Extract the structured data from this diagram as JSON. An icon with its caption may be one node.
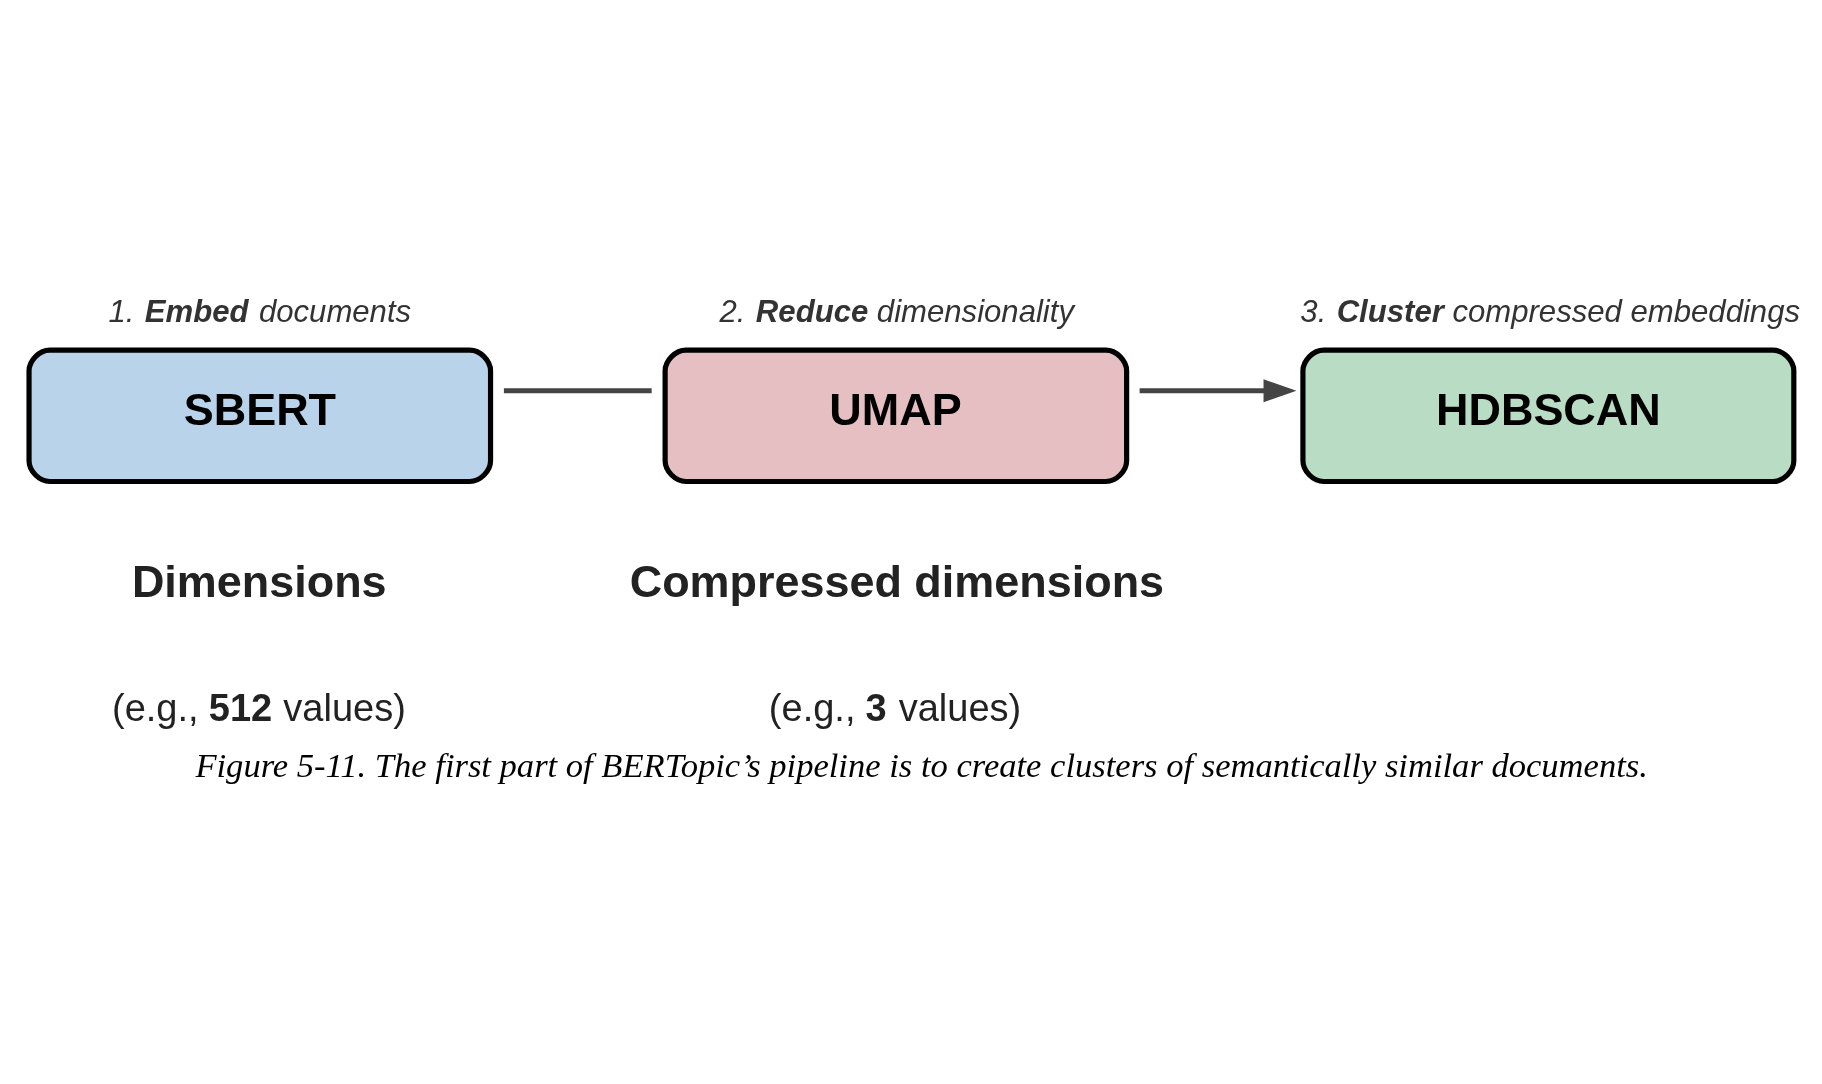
{
  "diagram": {
    "caption": "Figure 5-11. The first part of BERTopic’s pipeline is to create clusters of semantically similar documents.",
    "nodes": [
      {
        "text": [
          "1. **Embed** documents",
          "SBERT"
        ]
      },
      {
        "text": [
          "2. **Reduce** dimensionality",
          "UMAP"
        ]
      },
      {
        "text": [
          "3. **Cluster** compressed embeddings",
          "HDBSCAN"
        ]
      }
    ],
    "edges": [
      {
        "from": 0,
        "to": 1,
        "arrow": "none"
      },
      {
        "from": 1,
        "to": 2,
        "arrow": "to"
      }
    ],
    "labels": [
      "Dimensions",
      "(e.g., **512** values)",
      "Compressed dimensions",
      "(e.g., **3** values)"
    ]
  }
}
